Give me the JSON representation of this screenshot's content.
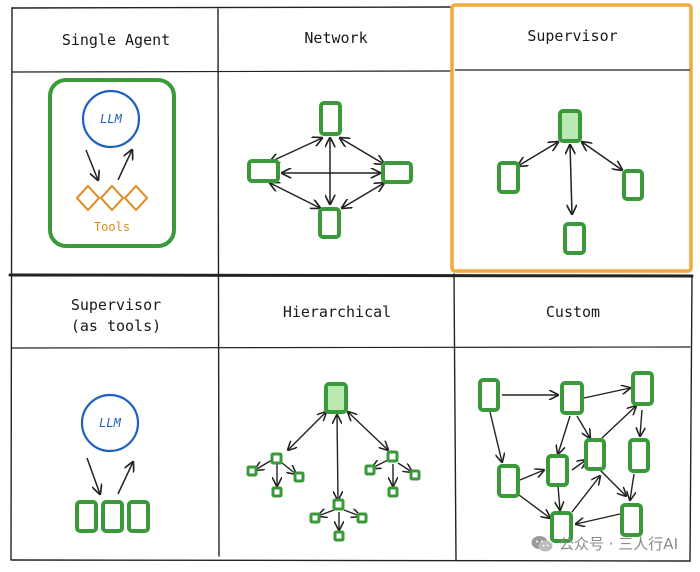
{
  "colors": {
    "agent_green": "#3a9a3a",
    "agent_fill_light": "#b9e8b3",
    "llm_blue": "#1f5fbf",
    "tools_orange": "#e08a1e",
    "highlight_orange": "#f4a93b",
    "grid_line": "#222222"
  },
  "cells": [
    {
      "id": "single-agent",
      "title": "Single Agent",
      "llm": "LLM",
      "tools": "Tools"
    },
    {
      "id": "network",
      "title": "Network"
    },
    {
      "id": "supervisor",
      "title": "Supervisor",
      "highlighted": true
    },
    {
      "id": "supervisor-tools",
      "title_line1": "Supervisor",
      "title_line2": "(as tools)",
      "llm": "LLM"
    },
    {
      "id": "hierarchical",
      "title": "Hierarchical"
    },
    {
      "id": "custom",
      "title": "Custom"
    }
  ],
  "watermark": {
    "text": "公众号 · 三人行AI",
    "icon": "wechat-icon"
  }
}
